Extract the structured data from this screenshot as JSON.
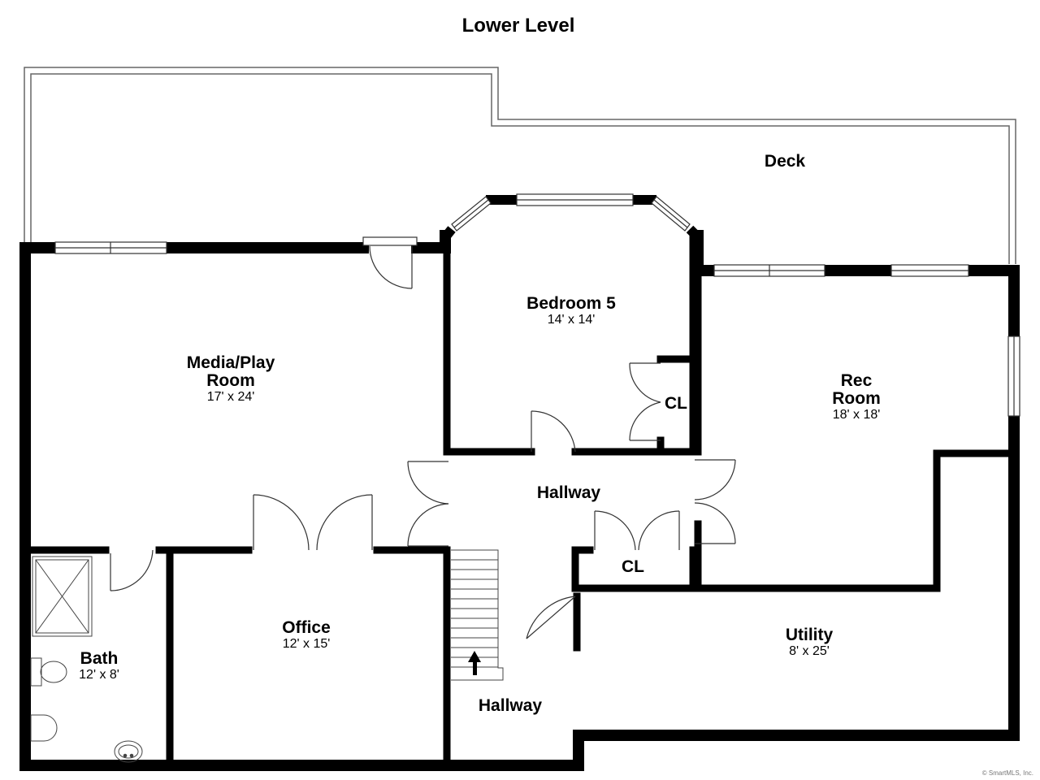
{
  "title": "Lower Level",
  "rooms": {
    "deck": {
      "name": "Deck"
    },
    "bedroom5": {
      "name": "Bedroom 5",
      "dims": "14' x 14'"
    },
    "media": {
      "name_line1": "Media/Play",
      "name_line2": "Room",
      "dims": "17' x 24'"
    },
    "rec": {
      "name_line1": "Rec",
      "name_line2": "Room",
      "dims": "18' x 18'"
    },
    "closet_bedroom": {
      "name": "CL"
    },
    "hallway_upper": {
      "name": "Hallway"
    },
    "closet_hall": {
      "name": "CL"
    },
    "bath": {
      "name": "Bath",
      "dims": "12' x 8'"
    },
    "office": {
      "name": "Office",
      "dims": "12' x 15'"
    },
    "utility": {
      "name": "Utility",
      "dims": "8' x 25'"
    },
    "hallway_lower": {
      "name": "Hallway"
    }
  },
  "credit": "© SmartMLS, Inc.",
  "colors": {
    "wall": "#000000",
    "thin_line": "#555555",
    "background": "#ffffff"
  }
}
